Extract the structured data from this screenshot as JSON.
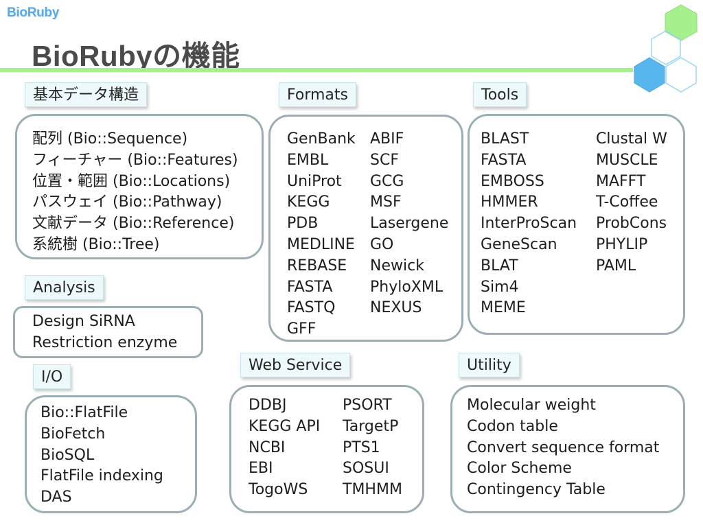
{
  "logo": "BioRuby",
  "title": "BioRubyの機能",
  "sections": {
    "core": {
      "label": "基本データ構造",
      "items": [
        "配列 (Bio::Sequence)",
        "フィーチャー (Bio::Features)",
        "位置・範囲 (Bio::Locations)",
        "パスウェイ (Bio::Pathway)",
        "文献データ (Bio::Reference)",
        "系統樹 (Bio::Tree)"
      ]
    },
    "formats": {
      "label": "Formats",
      "col1": [
        "GenBank",
        "EMBL",
        "UniProt",
        "KEGG",
        "PDB",
        "MEDLINE",
        "REBASE",
        "FASTA",
        "FASTQ",
        "GFF"
      ],
      "col2": [
        "ABIF",
        "SCF",
        "GCG",
        "MSF",
        "Lasergene",
        "GO",
        "Newick",
        "PhyloXML",
        "NEXUS"
      ]
    },
    "tools": {
      "label": "Tools",
      "col1": [
        "BLAST",
        "FASTA",
        "EMBOSS",
        "HMMER",
        "InterProScan",
        "GeneScan",
        "BLAT",
        "Sim4",
        "MEME"
      ],
      "col2": [
        "Clustal W",
        "MUSCLE",
        "MAFFT",
        "T-Coffee",
        "ProbCons",
        "PHYLIP",
        "PAML"
      ]
    },
    "analysis": {
      "label": "Analysis",
      "items": [
        "Design SiRNA",
        "Restriction enzyme"
      ]
    },
    "io": {
      "label": "I/O",
      "items": [
        "Bio::FlatFile",
        "BioFetch",
        "BioSQL",
        "FlatFile indexing",
        "DAS"
      ]
    },
    "web": {
      "label": "Web Service",
      "col1": [
        "DDBJ",
        "KEGG API",
        "NCBI",
        "EBI",
        "TogoWS"
      ],
      "col2": [
        "PSORT",
        "TargetP",
        "PTS1",
        "SOSUI",
        "TMHMM"
      ]
    },
    "utility": {
      "label": "Utility",
      "items": [
        "Molecular weight",
        "Codon table",
        "Convert sequence format",
        "Color Scheme",
        "Contingency Table"
      ]
    }
  },
  "colors": {
    "title_rule": "#a6f08e",
    "box_border": "#9aaeb4",
    "tag_bg": "#eef9fb",
    "hex_green": "#a6f08e",
    "hex_blue": "#58b6ee",
    "hex_outline": "#9ad6f2"
  }
}
